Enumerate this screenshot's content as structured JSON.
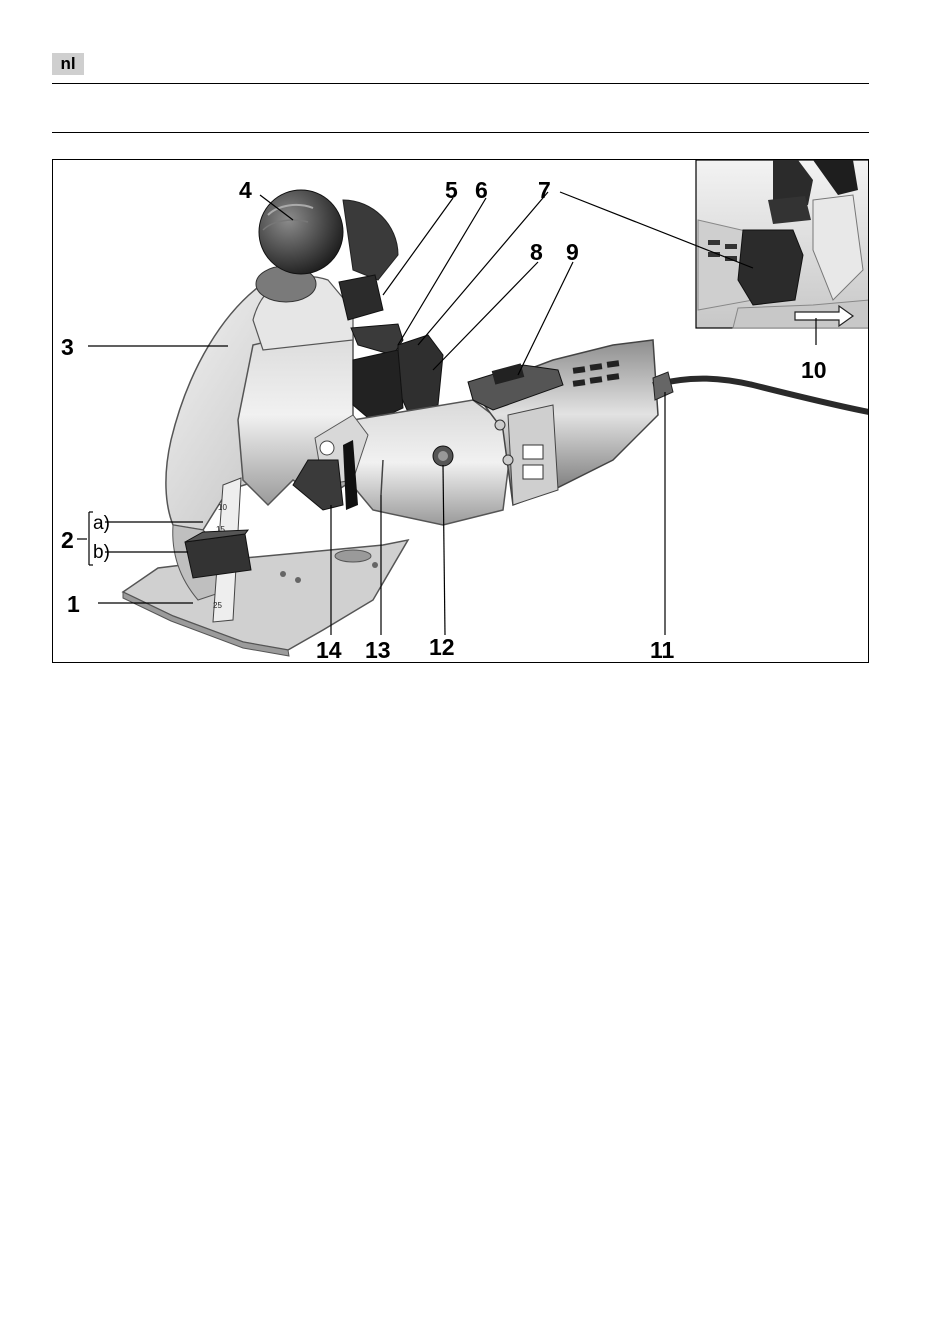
{
  "header": {
    "language_badge": "nl"
  },
  "figure": {
    "callouts": [
      "1",
      "2",
      "3",
      "4",
      "5",
      "6",
      "7",
      "8",
      "9",
      "10",
      "11",
      "12",
      "13",
      "14"
    ],
    "sub_callouts": [
      "a)",
      "b)"
    ]
  }
}
